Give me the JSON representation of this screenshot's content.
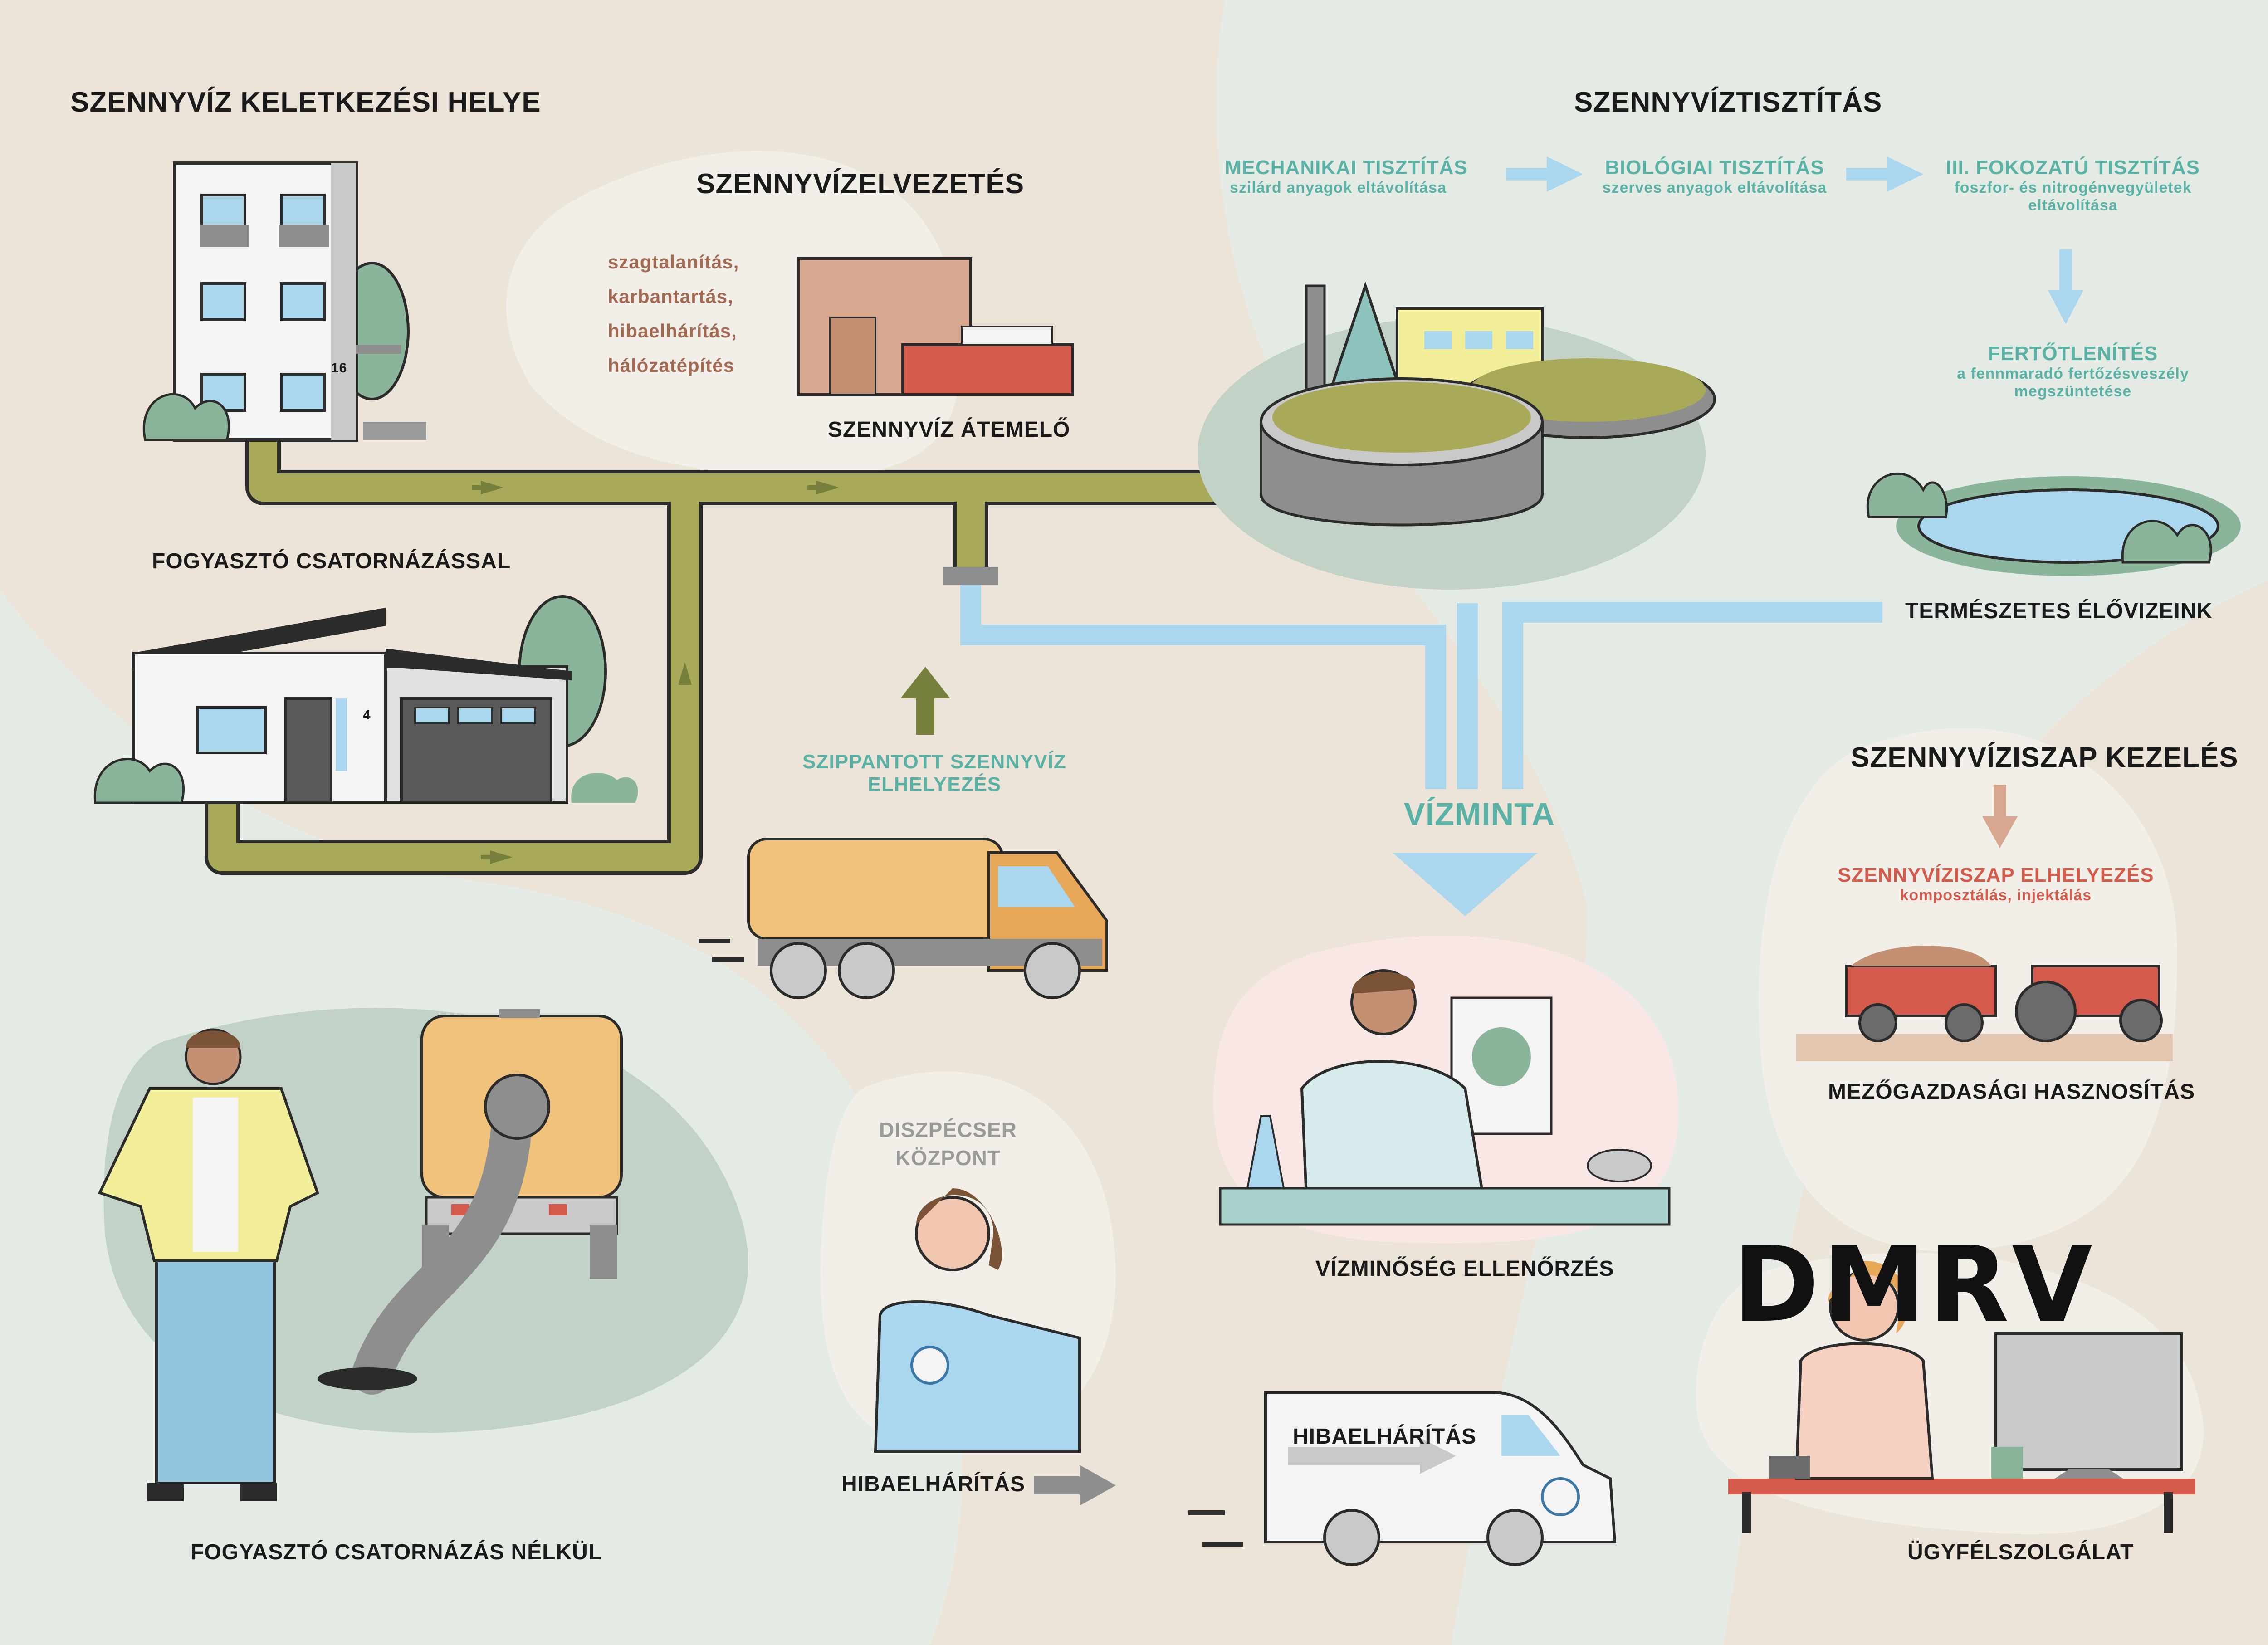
{
  "sections": {
    "origin": "SZENNYVÍZ KELETKEZÉSI HELYE",
    "conveyance": "SZENNYVÍZELVEZETÉS",
    "treatment": "SZENNYVÍZTISZTÍTÁS",
    "sludge": "SZENNYVÍZISZAP KEZELÉS"
  },
  "conveyance_tasks": [
    "szagtalanítás,",
    "karbantartás,",
    "hibaelhárítás,",
    "hálózatépítés"
  ],
  "labels": {
    "pump_station": "SZENNYVÍZ ÁTEMELŐ",
    "consumer_sewer": "FOGYASZTÓ CSATORNÁZÁSSAL",
    "consumer_no_sewer": "FOGYASZTÓ CSATORNÁZÁS NÉLKÜL",
    "natural_waters": "TERMÉSZETES ÉLŐVIZEINK",
    "water_sample": "VÍZMINTA",
    "water_quality": "VÍZMINŐSÉG ELLENŐRZÉS",
    "agriculture": "MEZŐGAZDASÁGI HASZNOSÍTÁS",
    "customer_service": "ÜGYFÉLSZOLGÁLAT",
    "repair": "HIBAELHÁRÍTÁS",
    "van_text": "HIBAELHÁRÍTÁS",
    "brand": "DMRV",
    "house1_number": "16",
    "house2_number": "4"
  },
  "septic": {
    "line1": "SZIPPANTOTT SZENNYVÍZ",
    "line2": "ELHELYEZÉS"
  },
  "dispatch": {
    "line1": "DISZPÉCSER",
    "line2": "KÖZPONT"
  },
  "stages": [
    {
      "title": "MECHANIKAI TISZTÍTÁS",
      "desc1": "szilárd anyagok eltávolítása",
      "desc2": ""
    },
    {
      "title": "BIOLÓGIAI TISZTÍTÁS",
      "desc1": "szerves anyagok eltávolítása",
      "desc2": ""
    },
    {
      "title": "III. FOKOZATÚ TISZTÍTÁS",
      "desc1": "foszfor- és nitrogénvegyületek",
      "desc2": "eltávolítása"
    }
  ],
  "disinfection": {
    "title": "FERTŐTLENÍTÉS",
    "desc1": "a fennmaradó fertőzésveszély",
    "desc2": "megszüntetése"
  },
  "sludge_disposal": {
    "title": "SZENNYVÍZISZAP ELHELYEZÉS",
    "desc": "komposztálás, injektálás"
  },
  "colors": {
    "background": "#ece4d8",
    "pipe": "#a9a95a",
    "clean_water": "#aad7ee",
    "teal_text": "#5ab2a6",
    "brown_text": "#a26a53",
    "red_text": "#d45b4b",
    "arrow_green": "#76803c"
  }
}
